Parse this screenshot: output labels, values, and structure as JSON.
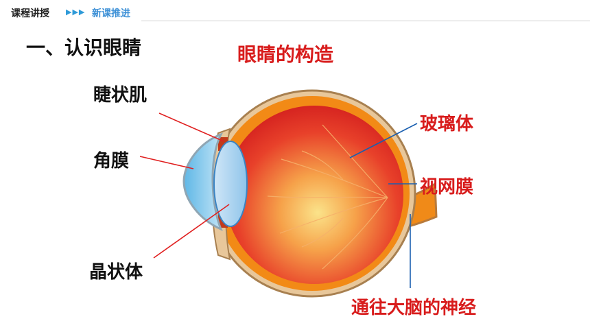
{
  "header": {
    "course_label": "课程讲授",
    "arrows": "▶▶▶",
    "section_label": "新课推进"
  },
  "section_title": "一、认识眼睛",
  "diagram": {
    "title": "眼睛的构造",
    "labels": {
      "ciliary_muscle": "睫状肌",
      "cornea": "角膜",
      "lens": "晶状体",
      "vitreous": "玻璃体",
      "retina": "视网膜",
      "optic_nerve": "通往大脑的神经"
    }
  },
  "colors": {
    "title_red": "#d81c1c",
    "header_blue": "#3b8fd6",
    "pointer_red": "#e02020",
    "pointer_blue": "#1a5fb0"
  }
}
